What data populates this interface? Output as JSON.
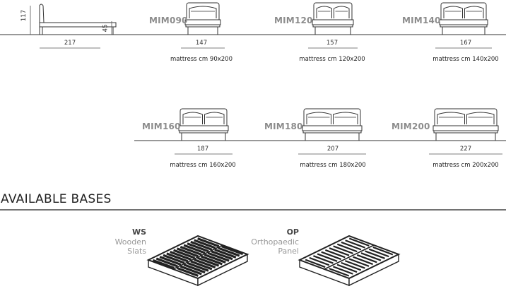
{
  "side_view": {
    "height_label": "117",
    "seat_label": "45",
    "length_label": "217"
  },
  "models": [
    {
      "code": "MIM090",
      "width_label": "147",
      "mattress": "mattress cm 90x200",
      "slots": 1
    },
    {
      "code": "MIM120",
      "width_label": "157",
      "mattress": "mattress cm 120x200",
      "slots": 2
    },
    {
      "code": "MIM140",
      "width_label": "167",
      "mattress": "mattress cm 140x200",
      "slots": 2
    },
    {
      "code": "MIM160",
      "width_label": "187",
      "mattress": "mattress cm 160x200",
      "slots": 2
    },
    {
      "code": "MIM180",
      "width_label": "207",
      "mattress": "mattress cm 180x200",
      "slots": 2
    },
    {
      "code": "MIM200",
      "width_label": "227",
      "mattress": "mattress cm 200x200",
      "slots": 2
    }
  ],
  "bases_section": {
    "title": "AVAILABLE BASES",
    "items": [
      {
        "code": "WS",
        "line1": "Wooden",
        "line2": "Slats"
      },
      {
        "code": "OP",
        "line1": "Orthopaedic",
        "line2": "Panel"
      }
    ]
  }
}
